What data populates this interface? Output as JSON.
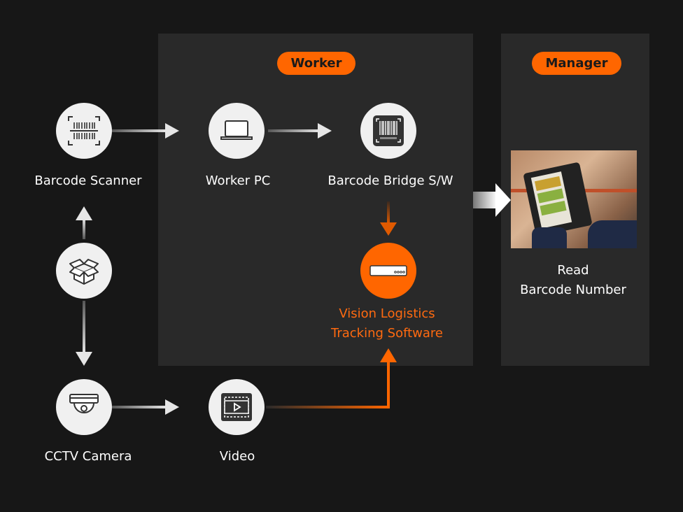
{
  "groups": {
    "worker": "Worker",
    "manager": "Manager"
  },
  "nodes": {
    "barcode_scanner": "Barcode Scanner",
    "worker_pc": "Worker PC",
    "barcode_bridge": "Barcode Bridge S/W",
    "vlts_line1": "Vision Logistics",
    "vlts_line2": "Tracking Software",
    "cctv_camera": "CCTV Camera",
    "video": "Video",
    "read_line1": "Read",
    "read_line2": "Barcode Number"
  },
  "colors": {
    "accent": "#ff6600",
    "panel": "#292929",
    "background": "#171717"
  },
  "icons": [
    "barcode-scanner-icon",
    "laptop-icon",
    "barcode-icon",
    "box-icon",
    "server-icon",
    "cctv-icon",
    "video-icon"
  ]
}
